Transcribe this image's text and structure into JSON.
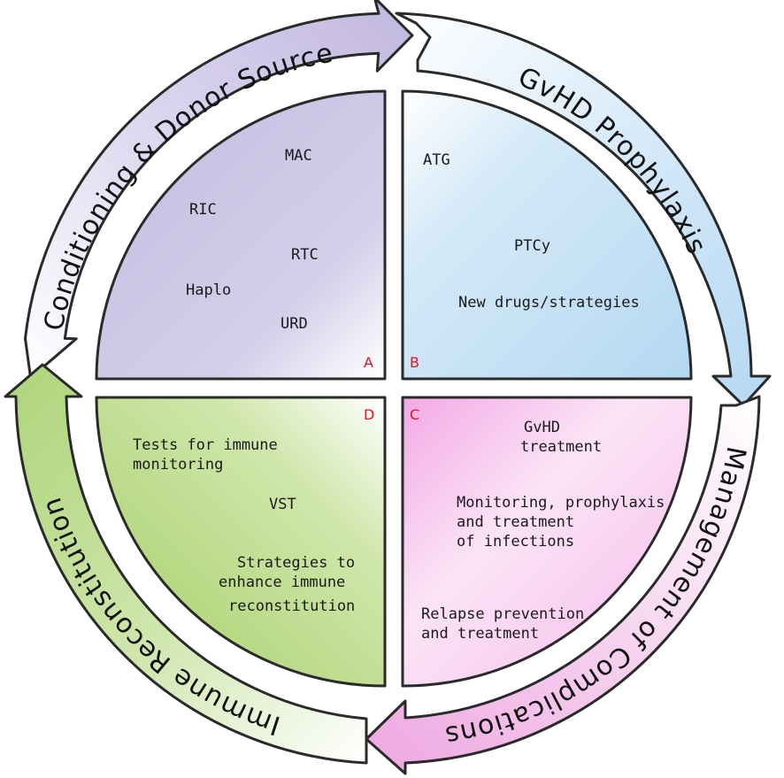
{
  "colors": {
    "purple": "#c6bde0",
    "blue": "#bcdcf4",
    "pink": "#f2aee6",
    "green": "#b9db86",
    "outline": "#2a2a2a",
    "letter": "#e0141e"
  },
  "arcs": {
    "top_left": "Conditioning & Donor Source",
    "top_right": "GvHD Prophylaxis",
    "bottom_right": "Management of Complications",
    "bottom_left": "Immune Reconstitution"
  },
  "quadrants": {
    "a": {
      "letter": "A",
      "items": [
        "MAC",
        "RIC",
        "RTC",
        "Haplo",
        "URD"
      ]
    },
    "b": {
      "letter": "B",
      "items": [
        "ATG",
        "PTCy",
        "New drugs/strategies"
      ]
    },
    "c": {
      "letter": "C",
      "items": [
        "GvHD",
        "treatment",
        "Monitoring, prophylaxis",
        "and treatment",
        "of infections",
        "Relapse prevention",
        "and treatment"
      ]
    },
    "d": {
      "letter": "D",
      "items": [
        "Tests for immune",
        "monitoring",
        "VST",
        "Strategies to",
        "enhance immune",
        "reconstitution"
      ]
    }
  }
}
